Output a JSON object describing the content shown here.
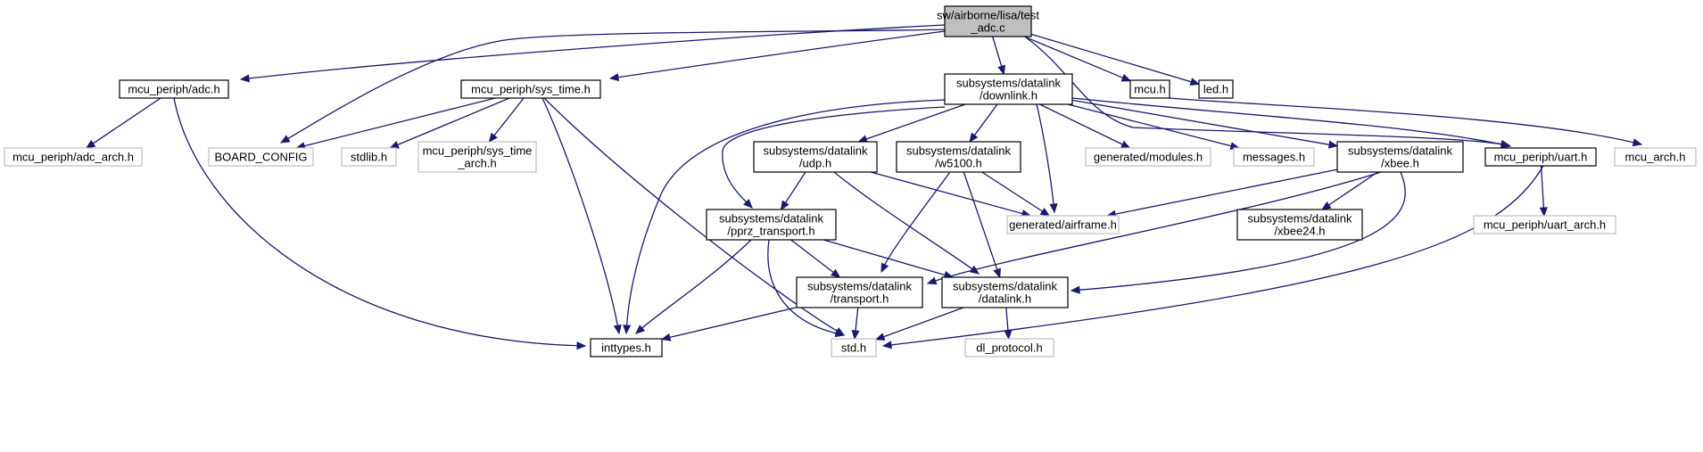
{
  "graph": {
    "title": "sw/airborne/lisa/test_adc.c include dependency graph",
    "colors": {
      "edge": "#191970",
      "main_fill": "#bfbfbf",
      "border_local": "#000000",
      "border_external": "#bfbfbf"
    },
    "nodes": [
      {
        "id": "test_adc",
        "kind": "main",
        "lines": [
          "sw/airborne/lisa/test",
          "_adc.c"
        ]
      },
      {
        "id": "adc_h",
        "kind": "local",
        "lines": [
          "mcu_periph/adc.h"
        ]
      },
      {
        "id": "sys_time_h",
        "kind": "local",
        "lines": [
          "mcu_periph/sys_time.h"
        ]
      },
      {
        "id": "downlink_h",
        "kind": "local",
        "lines": [
          "subsystems/datalink",
          "/downlink.h"
        ]
      },
      {
        "id": "mcu_h",
        "kind": "local",
        "lines": [
          "mcu.h"
        ]
      },
      {
        "id": "led_h",
        "kind": "local",
        "lines": [
          "led.h"
        ]
      },
      {
        "id": "adc_arch_h",
        "kind": "ext",
        "lines": [
          "mcu_periph/adc_arch.h"
        ]
      },
      {
        "id": "board_config",
        "kind": "ext",
        "lines": [
          "BOARD_CONFIG"
        ]
      },
      {
        "id": "stdlib_h",
        "kind": "ext",
        "lines": [
          "stdlib.h"
        ]
      },
      {
        "id": "sys_time_arch_h",
        "kind": "ext",
        "lines": [
          "mcu_periph/sys_time",
          "_arch.h"
        ]
      },
      {
        "id": "udp_h",
        "kind": "local",
        "lines": [
          "subsystems/datalink",
          "/udp.h"
        ]
      },
      {
        "id": "w5100_h",
        "kind": "local",
        "lines": [
          "subsystems/datalink",
          "/w5100.h"
        ]
      },
      {
        "id": "modules_h",
        "kind": "ext",
        "lines": [
          "generated/modules.h"
        ]
      },
      {
        "id": "messages_h",
        "kind": "ext",
        "lines": [
          "messages.h"
        ]
      },
      {
        "id": "xbee_h",
        "kind": "local",
        "lines": [
          "subsystems/datalink",
          "/xbee.h"
        ]
      },
      {
        "id": "uart_h",
        "kind": "local",
        "lines": [
          "mcu_periph/uart.h"
        ]
      },
      {
        "id": "mcu_arch_h",
        "kind": "ext",
        "lines": [
          "mcu_arch.h"
        ]
      },
      {
        "id": "pprz_transport_h",
        "kind": "local",
        "lines": [
          "subsystems/datalink",
          "/pprz_transport.h"
        ]
      },
      {
        "id": "airframe_h",
        "kind": "ext",
        "lines": [
          "generated/airframe.h"
        ]
      },
      {
        "id": "xbee24_h",
        "kind": "local",
        "lines": [
          "subsystems/datalink",
          "/xbee24.h"
        ]
      },
      {
        "id": "uart_arch_h",
        "kind": "ext",
        "lines": [
          "mcu_periph/uart_arch.h"
        ]
      },
      {
        "id": "transport_h",
        "kind": "local",
        "lines": [
          "subsystems/datalink",
          "/transport.h"
        ]
      },
      {
        "id": "datalink_h",
        "kind": "local",
        "lines": [
          "subsystems/datalink",
          "/datalink.h"
        ]
      },
      {
        "id": "inttypes_h",
        "kind": "local",
        "lines": [
          "inttypes.h"
        ]
      },
      {
        "id": "std_h",
        "kind": "ext",
        "lines": [
          "std.h"
        ]
      },
      {
        "id": "dl_protocol_h",
        "kind": "ext",
        "lines": [
          "dl_protocol.h"
        ]
      }
    ],
    "edges": [
      [
        "test_adc",
        "adc_h"
      ],
      [
        "test_adc",
        "sys_time_h"
      ],
      [
        "test_adc",
        "downlink_h"
      ],
      [
        "test_adc",
        "mcu_h"
      ],
      [
        "test_adc",
        "led_h"
      ],
      [
        "test_adc",
        "board_config"
      ],
      [
        "test_adc",
        "uart_h"
      ],
      [
        "adc_h",
        "adc_arch_h"
      ],
      [
        "adc_h",
        "inttypes_h"
      ],
      [
        "sys_time_h",
        "board_config"
      ],
      [
        "sys_time_h",
        "stdlib_h"
      ],
      [
        "sys_time_h",
        "sys_time_arch_h"
      ],
      [
        "sys_time_h",
        "inttypes_h"
      ],
      [
        "sys_time_h",
        "std_h"
      ],
      [
        "downlink_h",
        "udp_h"
      ],
      [
        "downlink_h",
        "w5100_h"
      ],
      [
        "downlink_h",
        "modules_h"
      ],
      [
        "downlink_h",
        "messages_h"
      ],
      [
        "downlink_h",
        "xbee_h"
      ],
      [
        "downlink_h",
        "uart_h"
      ],
      [
        "downlink_h",
        "pprz_transport_h"
      ],
      [
        "downlink_h",
        "airframe_h"
      ],
      [
        "downlink_h",
        "inttypes_h"
      ],
      [
        "mcu_h",
        "mcu_arch_h"
      ],
      [
        "udp_h",
        "pprz_transport_h"
      ],
      [
        "udp_h",
        "airframe_h"
      ],
      [
        "udp_h",
        "datalink_h"
      ],
      [
        "w5100_h",
        "airframe_h"
      ],
      [
        "w5100_h",
        "transport_h"
      ],
      [
        "w5100_h",
        "datalink_h"
      ],
      [
        "xbee_h",
        "airframe_h"
      ],
      [
        "xbee_h",
        "xbee24_h"
      ],
      [
        "xbee_h",
        "transport_h"
      ],
      [
        "xbee_h",
        "datalink_h"
      ],
      [
        "uart_h",
        "uart_arch_h"
      ],
      [
        "uart_h",
        "std_h"
      ],
      [
        "pprz_transport_h",
        "transport_h"
      ],
      [
        "pprz_transport_h",
        "datalink_h"
      ],
      [
        "pprz_transport_h",
        "inttypes_h"
      ],
      [
        "pprz_transport_h",
        "std_h"
      ],
      [
        "transport_h",
        "inttypes_h"
      ],
      [
        "transport_h",
        "std_h"
      ],
      [
        "datalink_h",
        "std_h"
      ],
      [
        "datalink_h",
        "dl_protocol_h"
      ]
    ]
  }
}
